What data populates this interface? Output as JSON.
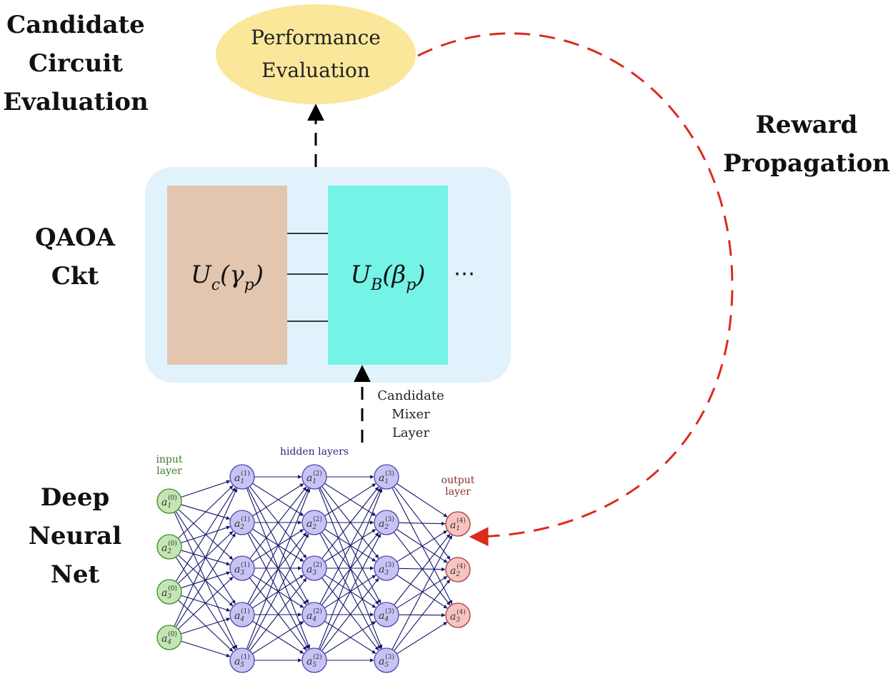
{
  "labels": {
    "candidate_eval": [
      "Candidate",
      "Circuit",
      "Evaluation"
    ],
    "qaoa": [
      "QAOA",
      "Ckt"
    ],
    "reward": [
      "Reward",
      "Propagation"
    ],
    "dnn": [
      "Deep",
      "Neural",
      "Net"
    ]
  },
  "evaluation": {
    "line1": "Performance",
    "line2": "Evaluation"
  },
  "circuit": {
    "uc": {
      "op": "U",
      "sub": "c",
      "arg": "γ",
      "arg_sub": "p"
    },
    "ub": {
      "op": "U",
      "sub": "B",
      "arg": "β",
      "arg_sub": "p"
    },
    "ellipsis": "⋯"
  },
  "mixer": [
    "Candidate",
    "Mixer",
    "Layer"
  ],
  "network": {
    "input_label": [
      "input",
      "layer"
    ],
    "hidden_label": "hidden layers",
    "output_label": [
      "output",
      "layer"
    ],
    "layers": [
      {
        "index": "0",
        "nodes": [
          "1",
          "2",
          "3",
          "4"
        ]
      },
      {
        "index": "1",
        "nodes": [
          "1",
          "2",
          "3",
          "4",
          "5"
        ]
      },
      {
        "index": "2",
        "nodes": [
          "1",
          "2",
          "3",
          "4",
          "5"
        ]
      },
      {
        "index": "3",
        "nodes": [
          "1",
          "2",
          "3",
          "4",
          "5"
        ]
      },
      {
        "index": "4",
        "nodes": [
          "1",
          "2",
          "3"
        ]
      }
    ]
  },
  "colors": {
    "eval_ellipse": "#fae79a",
    "qaoa_bg": "#e2f2fc",
    "uc_box": "#e3c6b0",
    "ub_box": "#74f3e6",
    "reward_arrow": "#dd2a1e",
    "input_node_fill": "#c3e6b3",
    "input_node_stroke": "#3d8a2b",
    "hidden_node_fill": "#c7c4f5",
    "hidden_node_stroke": "#4a45a6",
    "output_node_fill": "#f7c4c0",
    "output_node_stroke": "#a33a33",
    "edge": "#15156b",
    "input_text": "#3b7a2c",
    "hidden_text": "#2a2b84",
    "output_text": "#8b2b2b"
  }
}
